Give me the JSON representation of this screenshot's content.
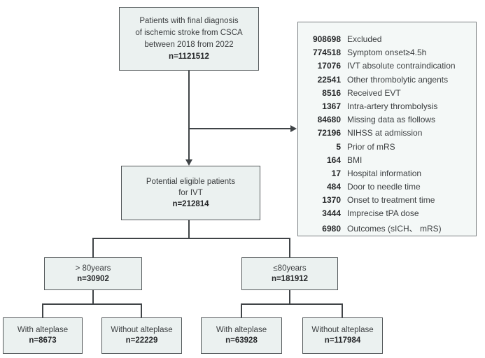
{
  "figure": {
    "colors": {
      "node_fill": "#ebf1f0",
      "node_border": "#53585a",
      "exclusion_fill": "#f4f8f7",
      "exclusion_border": "#7b8082",
      "connector_line": "#404447",
      "text": "#3c3f41",
      "bold_text": "#26282a",
      "background": "#ffffff"
    },
    "nodes": {
      "top": {
        "lines": [
          "Patients with final diagnosis",
          "of ischemic stroke from CSCA",
          "between 2018 from 2022"
        ],
        "n": "n=1121512"
      },
      "eligible": {
        "lines": [
          "Potential eligible patients",
          "for IVT"
        ],
        "n": "n=212814"
      },
      "age_over80": {
        "lines": [
          "> 80years"
        ],
        "n": "n=30902"
      },
      "age_under80": {
        "lines": [
          "≤80years"
        ],
        "n": "n=181912"
      },
      "over80_with": {
        "lines": [
          "With alteplase"
        ],
        "n": "n=8673"
      },
      "over80_without": {
        "lines": [
          "Without alteplase"
        ],
        "n": "n=22229"
      },
      "under80_with": {
        "lines": [
          "With alteplase"
        ],
        "n": "n=63928"
      },
      "under80_without": {
        "lines": [
          "Without alteplase"
        ],
        "n": "n=117984"
      }
    },
    "exclusion": {
      "rows": [
        {
          "count": "908698",
          "label": "Excluded"
        },
        {
          "count": "774518",
          "label": "Symptom onset≥4.5h"
        },
        {
          "count": "17076",
          "label": "IVT absolute contraindication"
        },
        {
          "count": "22541",
          "label": "Other thrombolytic angents"
        },
        {
          "count": "8516",
          "label": "Received EVT"
        },
        {
          "count": "1367",
          "label": "Intra-artery  thrombolysis"
        },
        {
          "count": "84680",
          "label": "Missing data  as flollows"
        },
        {
          "count": "72196",
          "label": "NIHSS at admission"
        },
        {
          "count": "5",
          "label": "Prior of mRS"
        },
        {
          "count": "164",
          "label": "BMI"
        },
        {
          "count": "17",
          "label": "Hospital information"
        },
        {
          "count": "484",
          "label": "Door to needle time"
        },
        {
          "count": "1370",
          "label": "Onset to treatment time"
        },
        {
          "count": "3444",
          "label": "Imprecise tPA dose"
        },
        {
          "count": "6980",
          "label": "Outcomes  (sICH、 mRS)"
        }
      ]
    }
  }
}
